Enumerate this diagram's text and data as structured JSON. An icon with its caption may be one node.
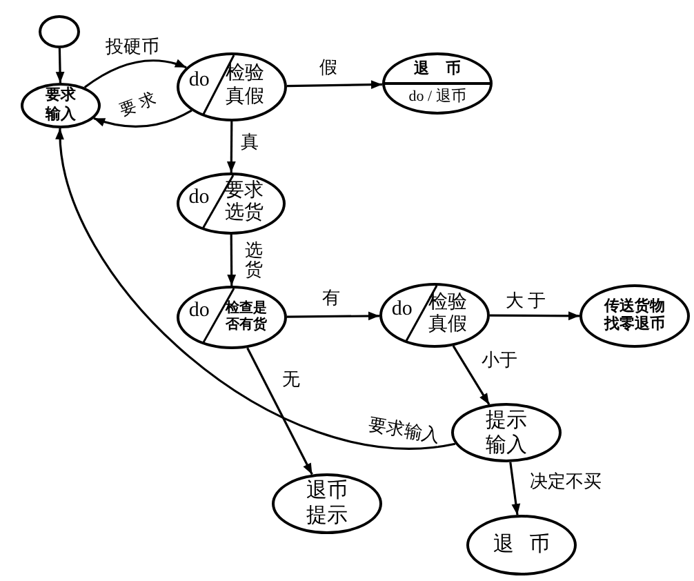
{
  "diagram": {
    "nodes": [
      {
        "text": [],
        "shape": "circle"
      },
      {
        "text": [
          "要求输入"
        ]
      },
      {
        "text": [
          "do",
          "检验真假"
        ]
      },
      {
        "text": [
          "退 币",
          "do / 退币"
        ]
      },
      {
        "text": [
          "do",
          "要求选货"
        ]
      },
      {
        "text": [
          "do",
          "检查是否有货"
        ]
      },
      {
        "text": [
          "do",
          "检验真假"
        ]
      },
      {
        "text": [
          "传送货物找零退币"
        ]
      },
      {
        "text": [
          "提示输入"
        ]
      },
      {
        "text": [
          "退币提示"
        ]
      },
      {
        "text": [
          "退 币"
        ]
      }
    ],
    "edges": [
      {
        "from": 0,
        "to": 1,
        "arrow": "to"
      },
      {
        "from": 1,
        "to": 2,
        "arrow": "to",
        "label": "投硬币"
      },
      {
        "from": 2,
        "to": 1,
        "arrow": "to",
        "label": "要 求"
      },
      {
        "from": 2,
        "to": 3,
        "arrow": "to",
        "label": "假"
      },
      {
        "from": 2,
        "to": 4,
        "arrow": "to",
        "label": "真"
      },
      {
        "from": 4,
        "to": 5,
        "arrow": "to",
        "label": "选货"
      },
      {
        "from": 5,
        "to": 6,
        "arrow": "to",
        "label": "有"
      },
      {
        "from": 5,
        "to": 9,
        "arrow": "to",
        "label": "无"
      },
      {
        "from": 6,
        "to": 7,
        "arrow": "to",
        "label": "大 于"
      },
      {
        "from": 6,
        "to": 8,
        "arrow": "to",
        "label": "小于"
      },
      {
        "from": 8,
        "to": 1,
        "arrow": "to",
        "label": "要求输入"
      },
      {
        "from": 8,
        "to": 10,
        "arrow": "to",
        "label": "决定不买"
      }
    ]
  }
}
